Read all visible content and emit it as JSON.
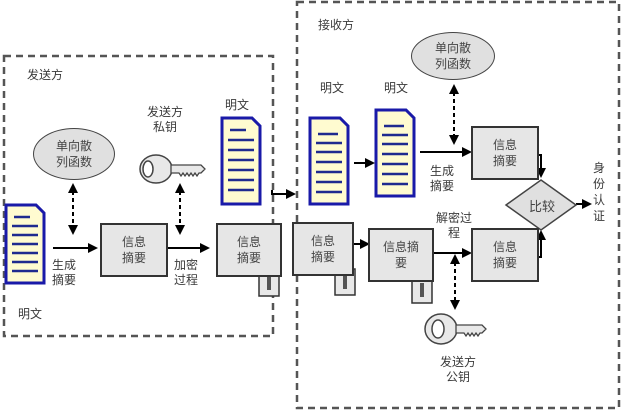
{
  "sender": {
    "title": "发送方",
    "hash_function": "单向散\n列函数",
    "private_key_label": "发送方\n私钥",
    "plaintext_left": "明文",
    "plaintext_top": "明文",
    "generate_digest": "生成\n摘要",
    "digest_box": "信息\n摘要",
    "encrypt_process": "加密\n过程",
    "encrypted_digest_box": "信息\n摘要"
  },
  "receiver": {
    "title": "接收方",
    "hash_function": "单向散\n列函数",
    "plaintext_1": "明文",
    "plaintext_2": "明文",
    "generate_digest": "生成\n摘要",
    "digest_top_box": "信息\n摘要",
    "received_encrypted_box": "信息\n摘要",
    "encrypted_digest_box": "信息摘\n要",
    "decrypt_process": "解密过\n程",
    "digest_bottom_box": "信息\n摘要",
    "compare": "比较",
    "auth_result": "身\n份\n认\n证",
    "public_key_label": "发送方\n公钥"
  },
  "colors": {
    "doc_border": "#1a1aa8",
    "doc_fill": "#fffbd0",
    "doc_lines": "#1f2a8f",
    "box_fill": "#e6e6e6",
    "dash_border": "#555555"
  }
}
